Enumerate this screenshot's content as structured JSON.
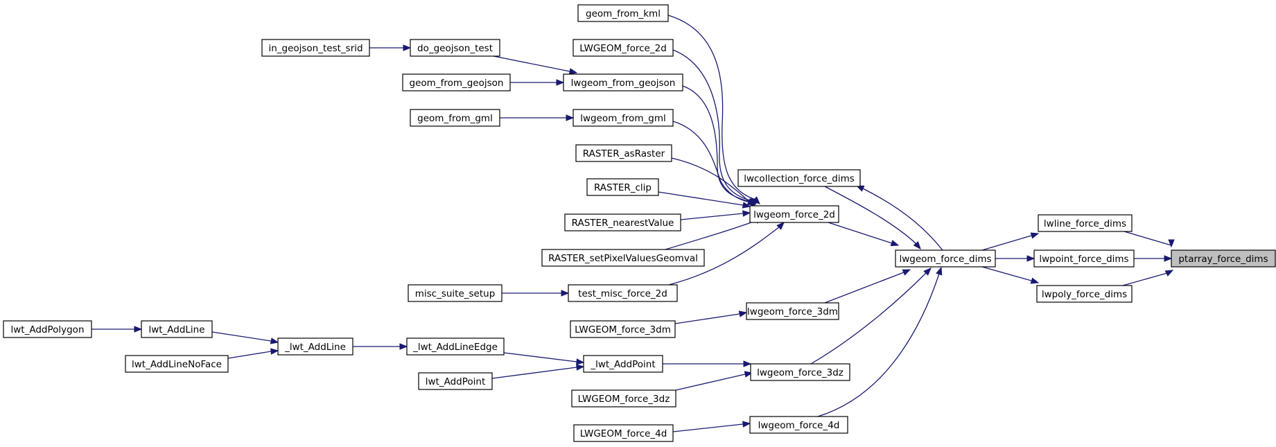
{
  "colors": {
    "edge": "#191970",
    "node_border": "#000000",
    "node_fill": "#ffffff",
    "focus_fill": "#bfbfbf"
  },
  "nodes": {
    "ptarray_force_dims": "ptarray_force_dims",
    "lwline_force_dims": "lwline_force_dims",
    "lwpoint_force_dims": "lwpoint_force_dims",
    "lwpoly_force_dims": "lwpoly_force_dims",
    "lwgeom_force_dims": "lwgeom_force_dims",
    "lwcollection_force_dims": "lwcollection_force_dims",
    "lwgeom_force_2d": "lwgeom_force_2d",
    "lwgeom_force_3dm": "lwgeom_force_3dm",
    "lwgeom_force_3dz": "lwgeom_force_3dz",
    "lwgeom_force_4d": "lwgeom_force_4d",
    "geom_from_kml": "geom_from_kml",
    "LWGEOM_force_2d": "LWGEOM_force_2d",
    "lwgeom_from_geojson": "lwgeom_from_geojson",
    "lwgeom_from_gml": "lwgeom_from_gml",
    "RASTER_asRaster": "RASTER_asRaster",
    "RASTER_clip": "RASTER_clip",
    "RASTER_nearestValue": "RASTER_nearestValue",
    "RASTER_setPixelValuesGeomval": "RASTER_setPixelValuesGeomval",
    "test_misc_force_2d": "test_misc_force_2d",
    "do_geojson_test": "do_geojson_test",
    "in_geojson_test_srid": "in_geojson_test_srid",
    "geom_from_geojson": "geom_from_geojson",
    "geom_from_gml": "geom_from_gml",
    "misc_suite_setup": "misc_suite_setup",
    "LWGEOM_force_3dm": "LWGEOM_force_3dm",
    "_lwt_AddPoint": "_lwt_AddPoint",
    "LWGEOM_force_3dz": "LWGEOM_force_3dz",
    "LWGEOM_force_4d": "LWGEOM_force_4d",
    "_lwt_AddLineEdge": "_lwt_AddLineEdge",
    "lwt_AddPoint": "lwt_AddPoint",
    "_lwt_AddLine": "_lwt_AddLine",
    "lwt_AddLine": "lwt_AddLine",
    "lwt_AddLineNoFace": "lwt_AddLineNoFace",
    "lwt_AddPolygon": "lwt_AddPolygon"
  }
}
